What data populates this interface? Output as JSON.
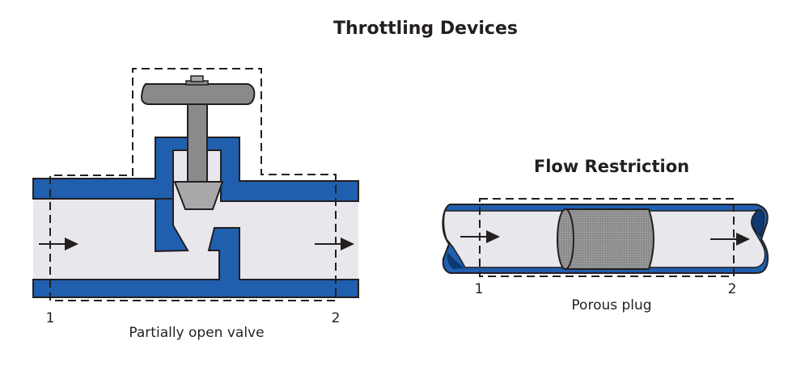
{
  "title": "Throttling Devices",
  "colors": {
    "pipe_blue": "#1f5fae",
    "pipe_dark": "#0e3a73",
    "interior": "#e8e7ec",
    "metal": "#8a8a8c",
    "metal_light": "#a9a9ab",
    "outline": "#231f20",
    "plug": "#8c8c8e"
  },
  "valve": {
    "caption": "Partially open valve",
    "state_label_1": "1",
    "state_label_2": "2"
  },
  "plug": {
    "heading": "Flow Restriction",
    "caption": "Porous plug",
    "state_label_1": "1",
    "state_label_2": "2"
  }
}
